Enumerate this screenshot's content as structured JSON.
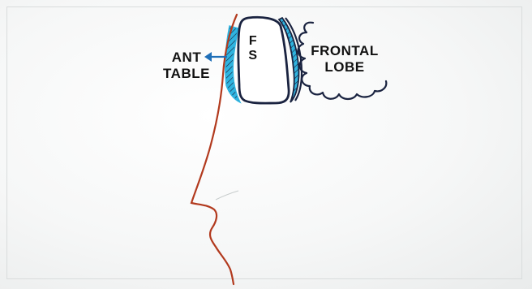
{
  "labels": {
    "ant_line1": "ANT",
    "ant_line2": "TABLE",
    "fs_line1": "F",
    "fs_line2": "S",
    "frontal_line1": "FRONTAL",
    "frontal_line2": "LOBE"
  },
  "colors": {
    "skin_profile": "#b23a1e",
    "anterior_table": "#2fb4e0",
    "bone_outline": "#1a2340",
    "posterior_table": "#2fb4e0",
    "arrow": "#1f6fb8",
    "ink": "#111111"
  }
}
